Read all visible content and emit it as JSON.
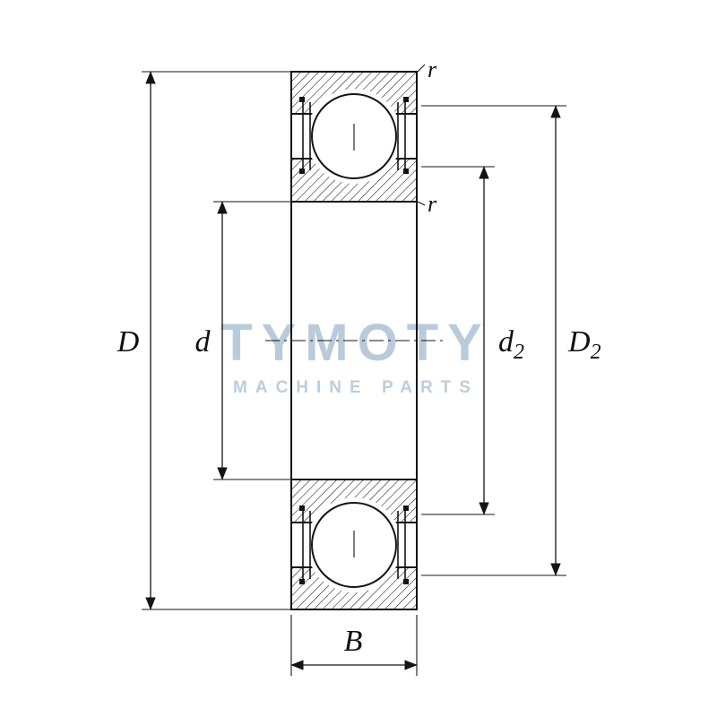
{
  "watermark": {
    "title": "TYMOTY",
    "subtitle": "MACHINE PARTS"
  },
  "dimension_labels": {
    "outer_diameter": {
      "base": "D",
      "sub": ""
    },
    "bore_diameter": {
      "base": "d",
      "sub": ""
    },
    "inner_shoulder_diameter": {
      "base": "d",
      "sub": "2"
    },
    "outer_shoulder_diameter": {
      "base": "D",
      "sub": "2"
    },
    "width": {
      "base": "B",
      "sub": ""
    },
    "chamfer_outer": "r",
    "chamfer_inner": "r"
  }
}
